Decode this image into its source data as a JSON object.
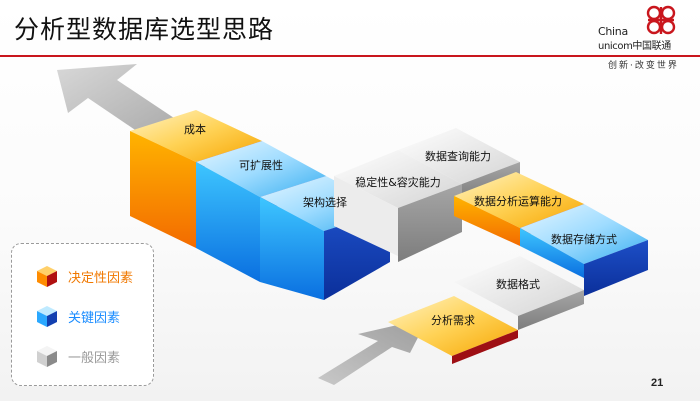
{
  "slide": {
    "title": "分析型数据库选型思路",
    "page_number": "21"
  },
  "logo": {
    "brand_line1": "China",
    "brand_line2": "unicom中国联通",
    "slogan": "创新·改变世界",
    "brand_color": "#c9161d"
  },
  "colors": {
    "decisive": "#ff7a00",
    "key": "#1a8cff",
    "general": "#b0b0b0",
    "accent_red": "#9e0f14"
  },
  "blocks": [
    {
      "label": "成本",
      "category": "decisive"
    },
    {
      "label": "可扩展性",
      "category": "key"
    },
    {
      "label": "架构选择",
      "category": "key"
    },
    {
      "label": "稳定性&容灾能力",
      "category": "general"
    },
    {
      "label": "数据查询能力",
      "category": "general"
    },
    {
      "label": "数据分析运算能力",
      "category": "decisive"
    },
    {
      "label": "数据存储方式",
      "category": "key"
    },
    {
      "label": "数据格式",
      "category": "general"
    },
    {
      "label": "分析需求",
      "category": "decisive"
    }
  ],
  "legend": {
    "items": [
      {
        "label": "决定性因素",
        "color": "#f07800"
      },
      {
        "label": "关键因素",
        "color": "#1a8cff"
      },
      {
        "label": "一般因素",
        "color": "#9a9a9a"
      }
    ]
  }
}
